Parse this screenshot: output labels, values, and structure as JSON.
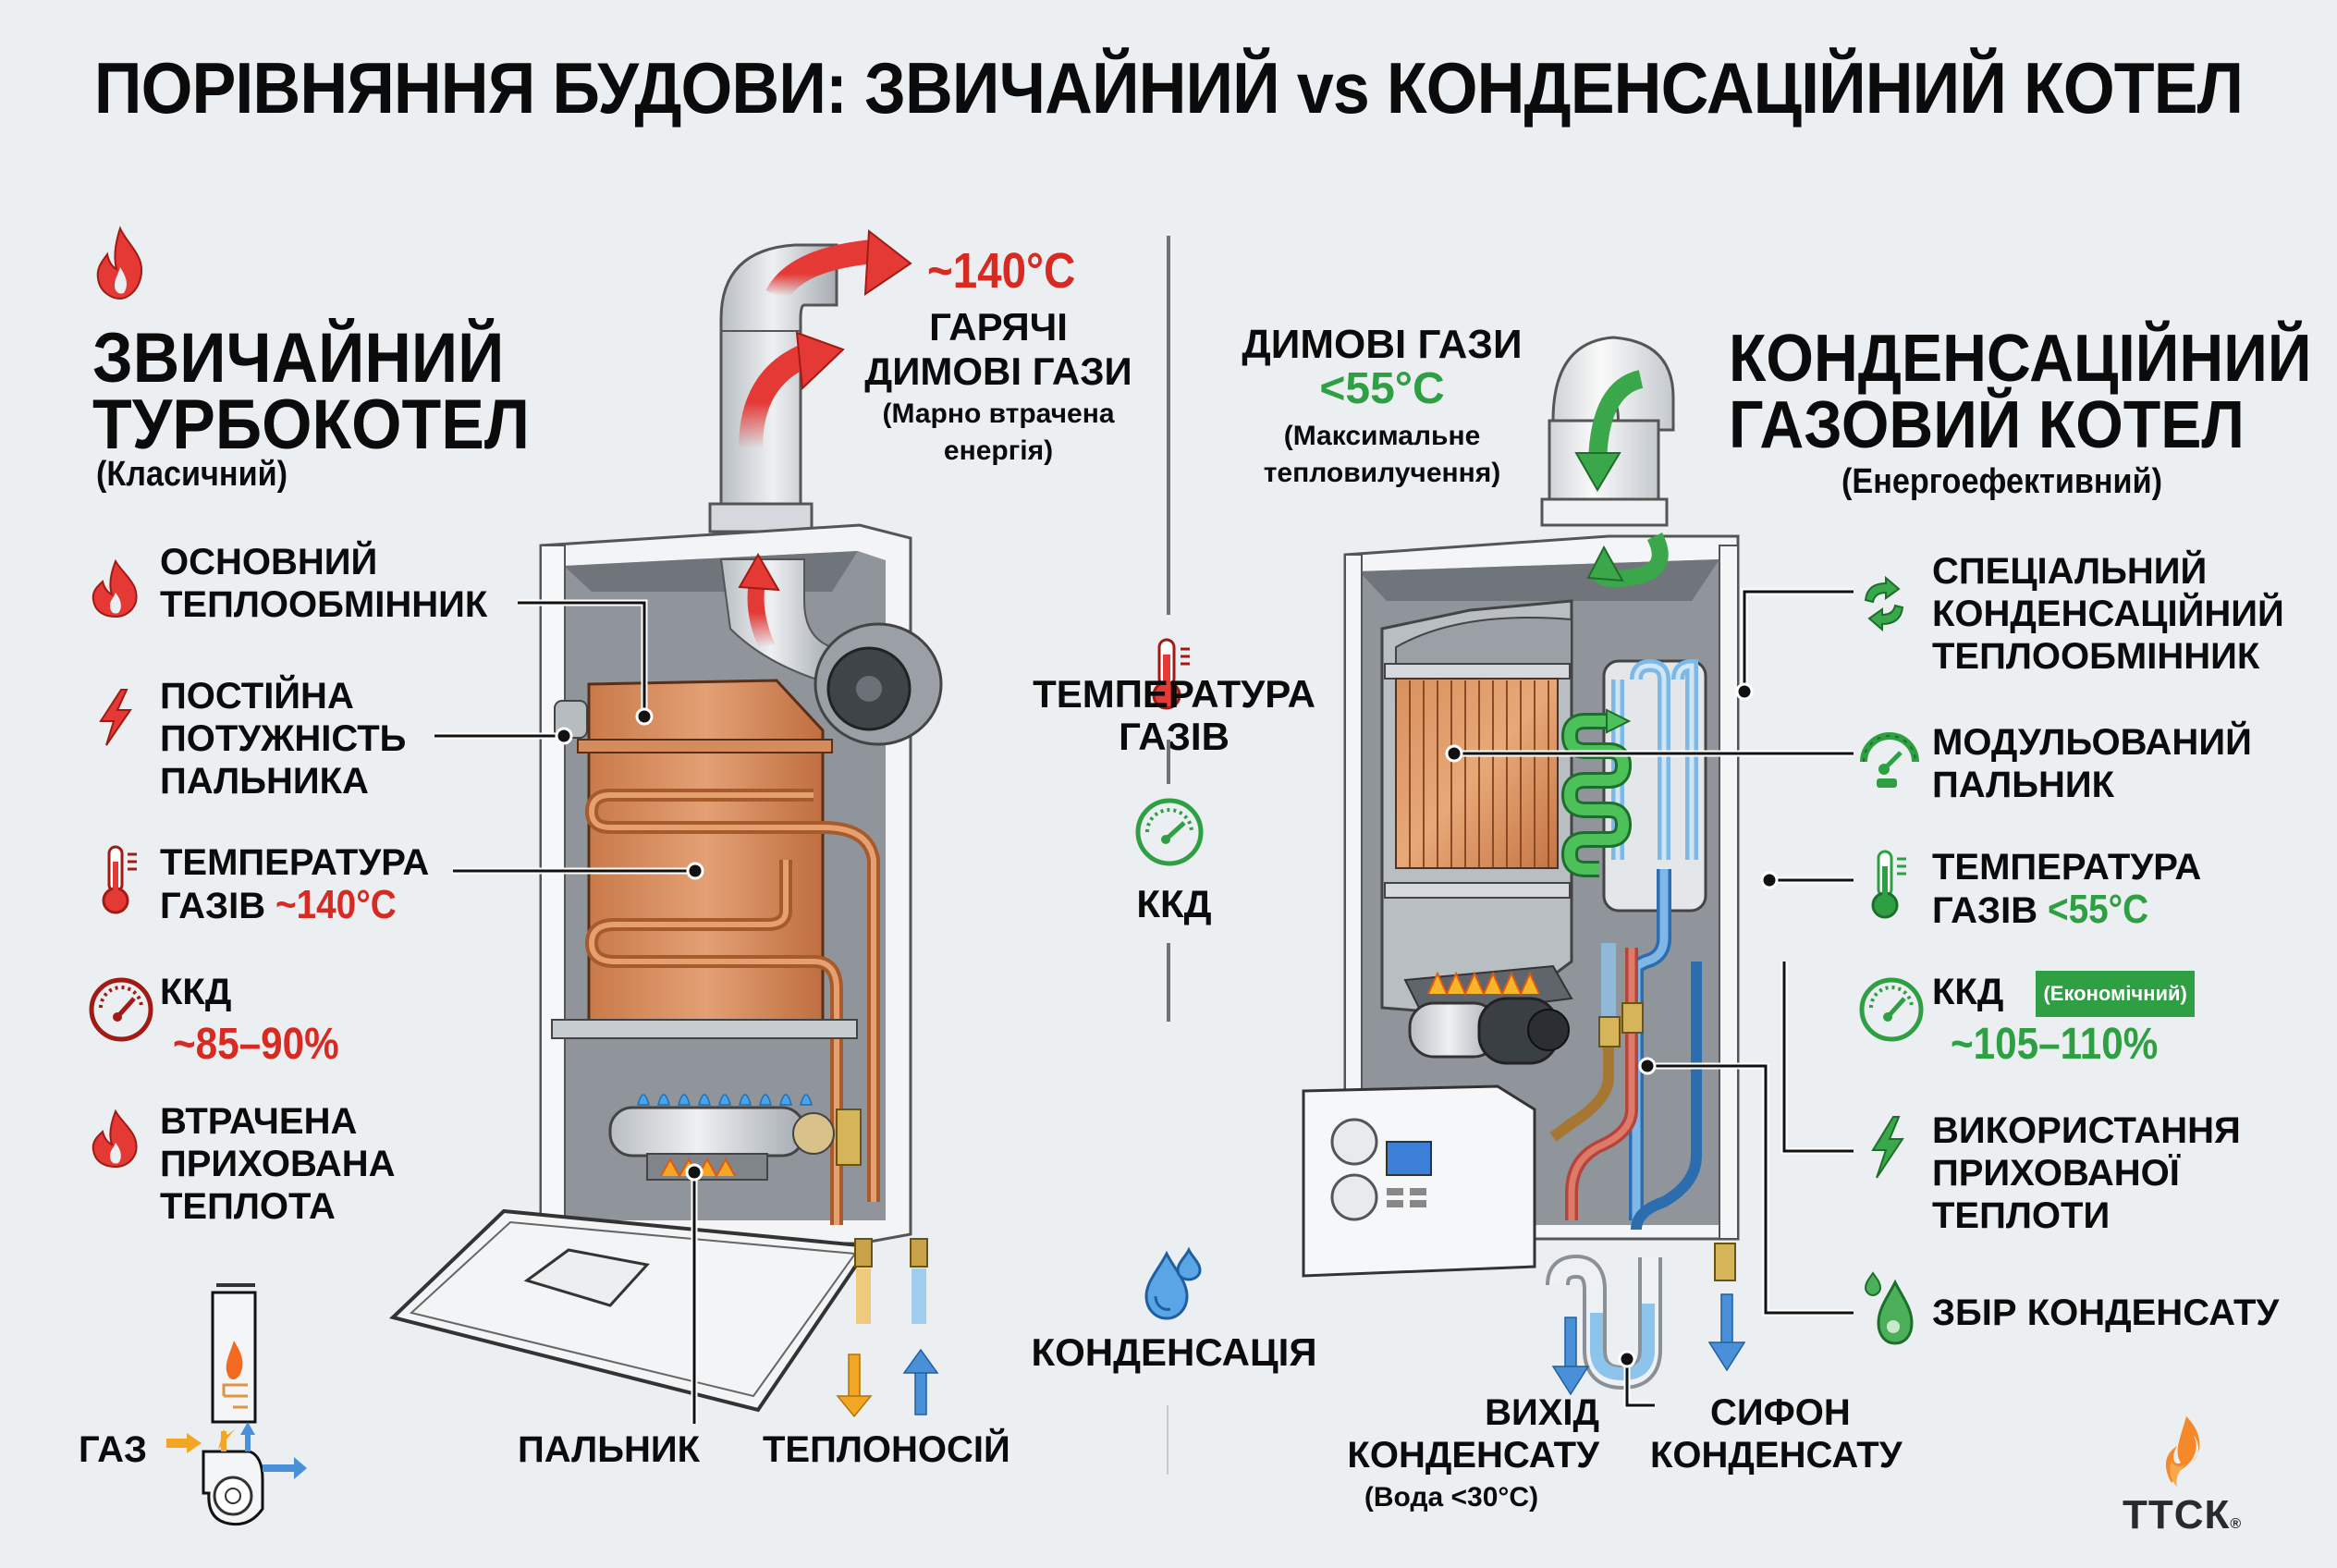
{
  "title": "ПОРІВНЯННЯ БУДОВИ: ЗВИЧАЙНИЙ vs КОНДЕНСАЦІЙНИЙ КОТЕЛ",
  "colors": {
    "background": "#eceff1",
    "conventional_accent": "#d72a23",
    "condensing_accent": "#2ea043",
    "water_blue": "#4a90d9",
    "copper": "#c8794b",
    "hot_arrow": "#e53935",
    "divider": "#6f7377"
  },
  "conventional": {
    "icon": "flame-icon",
    "title_line1": "ЗВИЧАЙНИЙ",
    "title_line2": "ТУРБОКОТЕЛ",
    "subtitle": "(Класичний)",
    "flue": {
      "temperature": "~140°C",
      "label_line1": "ГАРЯЧІ",
      "label_line2": "ДИМОВІ ГАЗИ",
      "note_line1": "(Марно втрачена",
      "note_line2": "енергія)"
    },
    "features": [
      {
        "icon": "flame-icon",
        "lines": [
          "ОСНОВНИЙ",
          "ТЕПЛООБМІННИК"
        ]
      },
      {
        "icon": "lightning-icon",
        "lines": [
          "ПОСТІЙНА",
          "ПОТУЖНІСТЬ",
          "ПАЛЬНИКА"
        ]
      },
      {
        "icon": "thermometer-icon",
        "lines": [
          "ТЕМПЕРАТУРА",
          "ГАЗІВ"
        ],
        "value": "~140°C"
      },
      {
        "icon": "gauge-icon",
        "lines": [
          "ККД"
        ],
        "value": "~85–90%"
      },
      {
        "icon": "flame-icon",
        "lines": [
          "ВТРАЧЕНА",
          "ПРИХОВАНА",
          "ТЕПЛОТА"
        ]
      }
    ],
    "bottom_labels": {
      "burner": "ПАЛЬНИК",
      "coolant": "ТЕПЛОНОСІЙ"
    },
    "mini_diagram": {
      "gas_label": "ГАЗ"
    }
  },
  "comparison": {
    "items": [
      {
        "icon": "thermometer-icon",
        "lines": [
          "ТЕМПЕРАТУРА",
          "ГАЗІВ"
        ]
      },
      {
        "icon": "gauge-icon",
        "lines": [
          "ККД"
        ]
      },
      {
        "icon": "water-drops-icon",
        "lines": [
          "КОНДЕНСАЦІЯ"
        ]
      }
    ]
  },
  "condensing": {
    "title_line1": "КОНДЕНСАЦІЙНИЙ",
    "title_line2": "ГАЗОВИЙ КОТЕЛ",
    "subtitle": "(Енергоефективний)",
    "flue": {
      "label": "ДИМОВІ ГАЗИ",
      "temperature": "<55°C",
      "note_line1": "(Максимальне",
      "note_line2": "тепловилучення)"
    },
    "features": [
      {
        "icon": "recycle-icon",
        "lines": [
          "СПЕЦІАЛЬНИЙ",
          "КОНДЕНСАЦІЙНИЙ",
          "ТЕПЛООБМІННИК"
        ]
      },
      {
        "icon": "modulation-gauge-icon",
        "lines": [
          "МОДУЛЬОВАНИЙ",
          "ПАЛЬНИК"
        ]
      },
      {
        "icon": "thermometer-icon",
        "lines": [
          "ТЕМПЕРАТУРА",
          "ГАЗІВ"
        ],
        "value": "<55°C"
      },
      {
        "icon": "gauge-icon",
        "lines": [
          "ККД"
        ],
        "badge": "(Економічний)",
        "value": "~105–110%"
      },
      {
        "icon": "lightning-icon",
        "lines": [
          "ВИКОРИСТАННЯ",
          "ПРИХОВАНОЇ",
          "ТЕПЛОТИ"
        ]
      },
      {
        "icon": "water-drop-icon",
        "lines": [
          "ЗБІР КОНДЕНСАТУ"
        ]
      }
    ],
    "bottom_labels": {
      "outlet_line1": "ВИХІД",
      "outlet_line2": "КОНДЕНСАТУ",
      "outlet_note": "(Вода <30°C)",
      "siphon_line1": "СИФОН",
      "siphon_line2": "КОНДЕНСАТУ"
    }
  },
  "logo": {
    "text": "ТТСК",
    "registered": "®"
  }
}
